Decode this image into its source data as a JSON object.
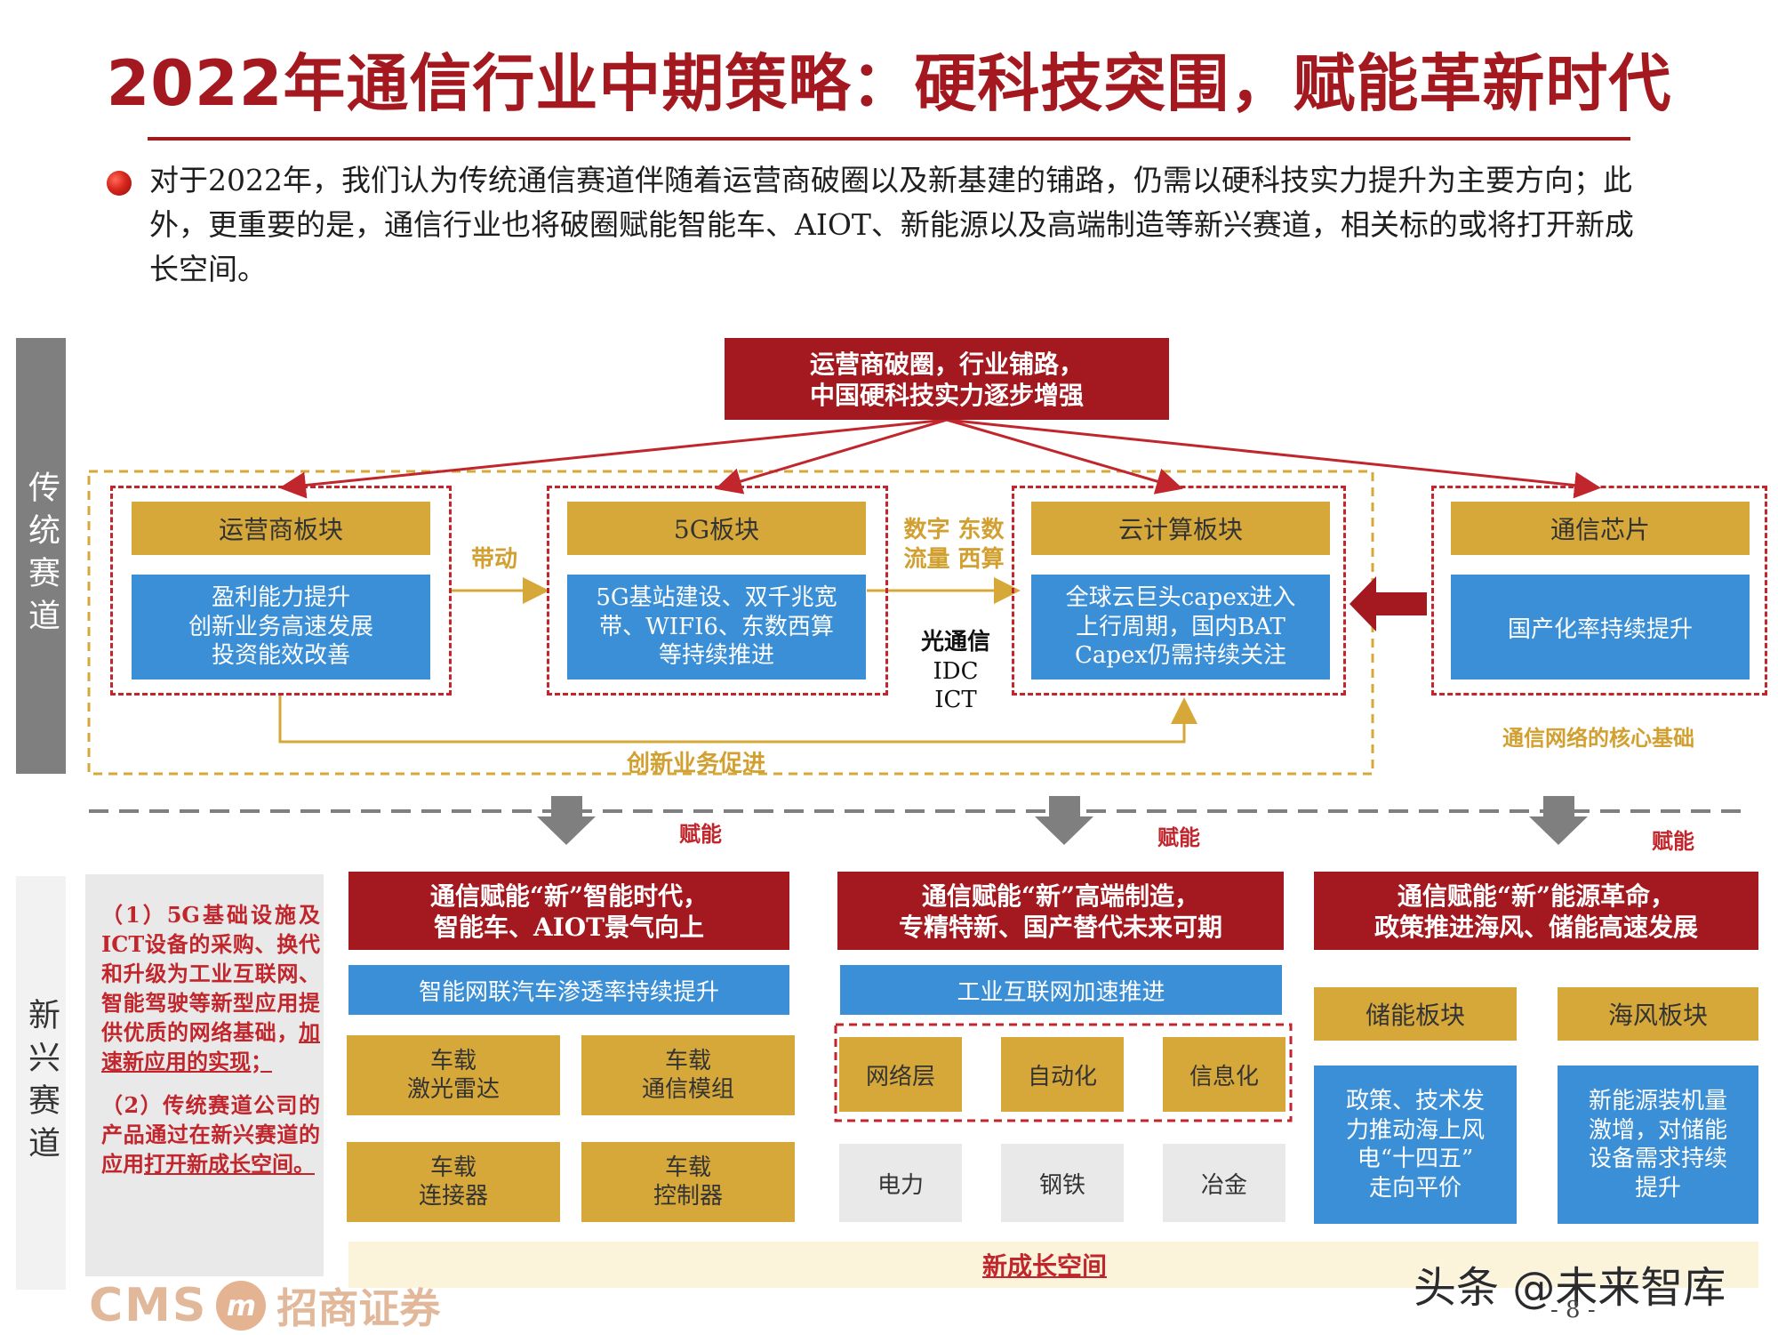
{
  "title": "2022年通信行业中期策略：硬科技突围，赋能革新时代",
  "intro": "对于2022年，我们认为传统通信赛道伴随着运营商破圈以及新基建的铺路，仍需以硬科技实力提升为主要方向；此外，更重要的是，通信行业也将破圈赋能智能车、AIOT、新能源以及高端制造等新兴赛道，相关标的或将打开新成长空间。",
  "side": {
    "traditional": "传统赛道",
    "emerging": "新兴赛道"
  },
  "top_box": {
    "line1": "运营商破圈，行业铺路，",
    "line2": "中国硬科技实力逐步增强"
  },
  "traditional": {
    "operator": {
      "title": "运营商板块",
      "l1": "盈利能力提升",
      "l2": "创新业务高速发展",
      "l3": "投资能效改善"
    },
    "fiveg": {
      "title": "5G板块",
      "l1": "5G基站建设、双千兆宽",
      "l2": "带、WIFI6、东数西算",
      "l3": "等持续推进"
    },
    "cloud": {
      "title": "云计算板块",
      "l1": "全球云巨头capex进入",
      "l2": "上行周期，国内BAT",
      "l3": "Capex仍需持续关注"
    },
    "chip": {
      "title": "通信芯片",
      "body": "国产化率持续提升",
      "caption": "通信网络的核心基础"
    },
    "drive_label": "带动",
    "data_label_1": "数字 东数",
    "data_label_2": "流量 西算",
    "optical": {
      "l1": "光通信",
      "l2": "IDC",
      "l3": "ICT"
    },
    "innovation_label": "创新业务促进"
  },
  "empower_label": "赋能",
  "note": {
    "p1": "（1）5G基础设施及ICT设备的采购、换代和升级为工业互联网、智能驾驶等新型应用提供优质的网络基础，",
    "p1u": "加速新应用的实现；",
    "p2": "（2）传统赛道公司的产品通过在新兴赛道的应用",
    "p2u": "打开新成长空间。"
  },
  "col1": {
    "head1": "通信赋能“新”智能时代，",
    "head2": "智能车、AIOT景气向上",
    "blue": "智能网联汽车渗透率持续提升",
    "items": [
      {
        "l1": "车载",
        "l2": "激光雷达"
      },
      {
        "l1": "车载",
        "l2": "通信模组"
      },
      {
        "l1": "车载",
        "l2": "连接器"
      },
      {
        "l1": "车载",
        "l2": "控制器"
      }
    ]
  },
  "col2": {
    "head1": "通信赋能“新”高端制造，",
    "head2": "专精特新、国产替代未来可期",
    "blue": "工业互联网加速推进",
    "layers": [
      "网络层",
      "自动化",
      "信息化"
    ],
    "industries": [
      "电力",
      "钢铁",
      "冶金"
    ]
  },
  "col3": {
    "head1": "通信赋能“新”能源革命，",
    "head2": "政策推进海风、储能高速发展",
    "storage": {
      "title": "储能板块",
      "l1": "政策、技术发",
      "l2": "力推动海上风",
      "l3": "电“十四五”",
      "l4": "走向平价"
    },
    "wind": {
      "title": "海风板块",
      "l1": "新能源装机量",
      "l2": "激增，对储能",
      "l3": "设备需求持续",
      "l4": "提升"
    }
  },
  "growth_label": "新成长空间",
  "logo": {
    "latin": "CMS",
    "badge": "m",
    "cn": "招商证券"
  },
  "watermark": "头条 @未来智库",
  "page_num": "- 8 -",
  "colors": {
    "brand_red": "#a3191f",
    "gold": "#d6a83a",
    "blue": "#3a8fd6",
    "gray_side": "#7f7f7f"
  }
}
